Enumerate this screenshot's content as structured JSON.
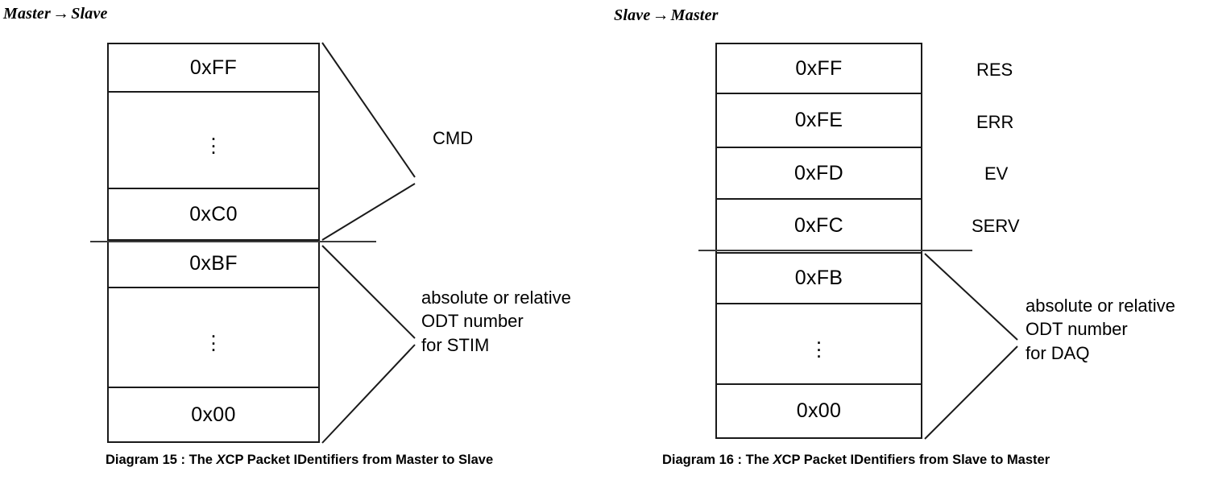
{
  "diagrams": [
    {
      "heading_from": "Master",
      "heading_arrow": "→",
      "heading_to": "Slave",
      "rows": [
        {
          "label": "0xFF",
          "kind": "value"
        },
        {
          "label": "⋮",
          "kind": "ellipsis"
        },
        {
          "label": "0xC0",
          "kind": "value"
        },
        {
          "label": "0xBF",
          "kind": "value"
        },
        {
          "label": "⋮",
          "kind": "ellipsis"
        },
        {
          "label": "0x00",
          "kind": "value"
        }
      ],
      "brace_upper_label": "CMD",
      "brace_lower_label_line1": "absolute or relative",
      "brace_lower_label_line2": "ODT number",
      "brace_lower_label_line3": "for STIM",
      "side_labels": [],
      "caption_prefix": "Diagram 15 : The ",
      "caption_italic": "X",
      "caption_suffix": "CP Packet IDentifiers from Master to Slave"
    },
    {
      "heading_from": "Slave",
      "heading_arrow": "→",
      "heading_to": "Master",
      "rows": [
        {
          "label": "0xFF",
          "kind": "value"
        },
        {
          "label": "0xFE",
          "kind": "value"
        },
        {
          "label": "0xFD",
          "kind": "value"
        },
        {
          "label": "0xFC",
          "kind": "value"
        },
        {
          "label": "0xFB",
          "kind": "value"
        },
        {
          "label": "⋮",
          "kind": "ellipsis"
        },
        {
          "label": "0x00",
          "kind": "value"
        }
      ],
      "brace_upper_label": "",
      "brace_lower_label_line1": "absolute or relative",
      "brace_lower_label_line2": "ODT number",
      "brace_lower_label_line3": "for DAQ",
      "side_labels": [
        "RES",
        "ERR",
        "EV",
        "SERV"
      ],
      "caption_prefix": "Diagram 16 : The ",
      "caption_italic": "X",
      "caption_suffix": "CP Packet IDentifiers from Slave to Master"
    }
  ],
  "colors": {
    "stroke": "#1a1a1a",
    "divider": "#3a3a3a",
    "text": "#000000",
    "background": "#ffffff"
  }
}
